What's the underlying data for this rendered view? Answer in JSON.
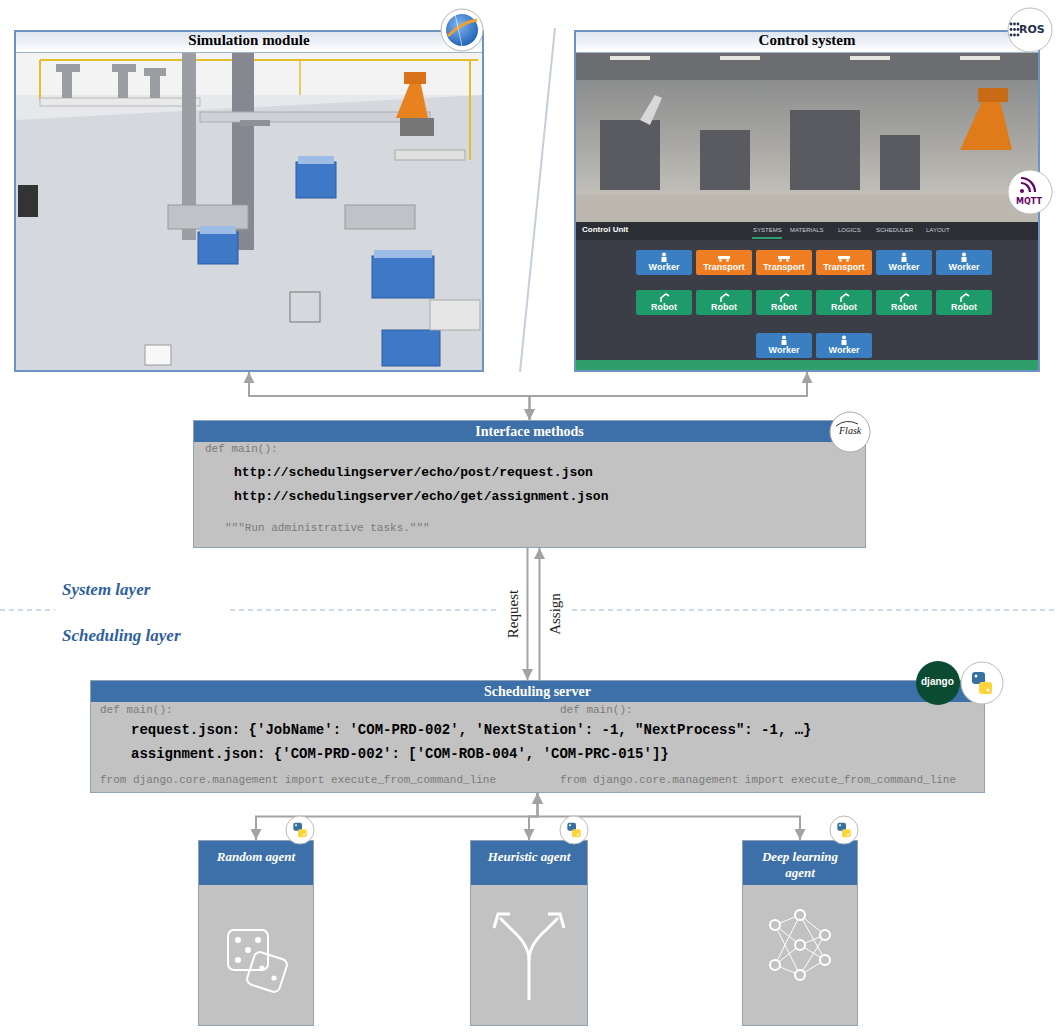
{
  "diagram": {
    "nodes": [
      {
        "text": [
          "Simulation module"
        ]
      },
      {
        "text": [
          "Control system"
        ]
      },
      {
        "text": [
          "Worker"
        ],
        "in": 1
      },
      {
        "text": [
          "Transport"
        ],
        "in": 1
      },
      {
        "text": [
          "Transport"
        ],
        "in": 1
      },
      {
        "text": [
          "Transport"
        ],
        "in": 1
      },
      {
        "text": [
          "Worker"
        ],
        "in": 1
      },
      {
        "text": [
          "Worker"
        ],
        "in": 1
      },
      {
        "text": [
          "Robot"
        ],
        "in": 1
      },
      {
        "text": [
          "Robot"
        ],
        "in": 1
      },
      {
        "text": [
          "Robot"
        ],
        "in": 1
      },
      {
        "text": [
          "Robot"
        ],
        "in": 1
      },
      {
        "text": [
          "Robot"
        ],
        "in": 1
      },
      {
        "text": [
          "Robot"
        ],
        "in": 1
      },
      {
        "text": [
          "Worker"
        ],
        "in": 1
      },
      {
        "text": [
          "Worker"
        ],
        "in": 1
      },
      {
        "text": [
          "Interface methods",
          "http://schedulingserver/echo/post/request.json",
          "http://schedulingserver/echo/get/assignment.json"
        ]
      },
      {
        "text": [
          "Scheduling server",
          "request.json: {'JobName': 'COM-PRD-002', 'NextStation': -1, \"NextProcess\": -1, …}",
          "assignment.json: {'COM-PRD-002': ['COM-ROB-004', 'COM-PRC-015']}"
        ]
      },
      {
        "text": [
          "Random agent"
        ]
      },
      {
        "text": [
          "Heuristic agent"
        ]
      },
      {
        "text": [
          "Deep learning agent"
        ]
      }
    ],
    "edges": [
      {
        "from": 16,
        "to": 0,
        "arrow": "both"
      },
      {
        "from": 16,
        "to": 1,
        "arrow": "both"
      },
      {
        "from": 16,
        "to": 17,
        "label": "Request",
        "arrow": "to"
      },
      {
        "from": 17,
        "to": 16,
        "label": "Assign",
        "arrow": "to"
      },
      {
        "from": 17,
        "to": 18,
        "arrow": "both"
      },
      {
        "from": 17,
        "to": 19,
        "arrow": "both"
      },
      {
        "from": 17,
        "to": 20,
        "arrow": "both"
      }
    ],
    "labels": [
      "ROS",
      "MQTT",
      "Control Unit",
      "SYSTEMS",
      "MATERIALS",
      "LOGICS",
      "SCHEDULER",
      "LAYOUT",
      "Flask",
      "def main():",
      "\"\"\"Run administrative tasks.\"\"\"",
      "System layer",
      "Scheduling layer",
      "django",
      "def main():",
      "def main():",
      "from django.core.management import execute_from_command_line",
      "from django.core.management import execute_from_command_line"
    ]
  }
}
